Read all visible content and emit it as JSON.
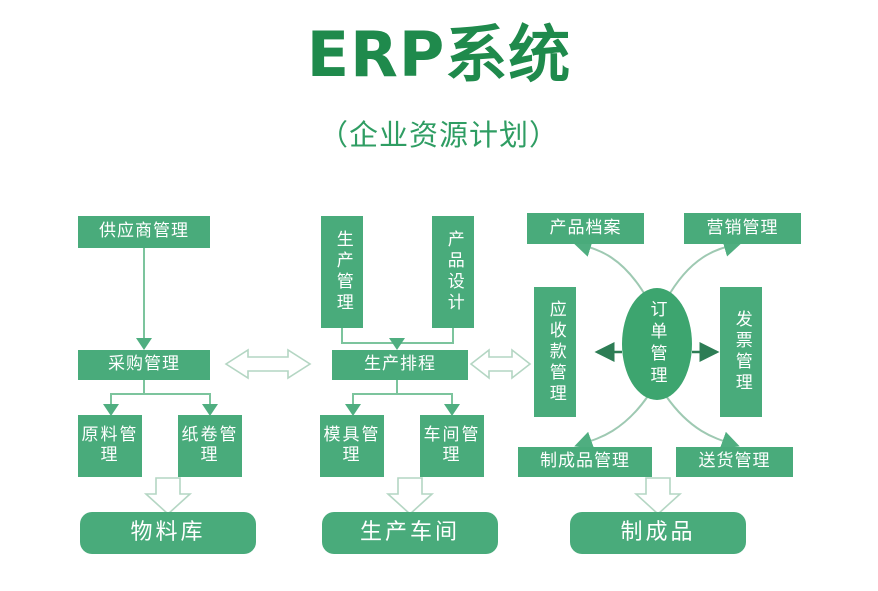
{
  "header": {
    "title": "ERP系统",
    "subtitle": "（企业资源计划）"
  },
  "colors": {
    "title_green": "#1f8a4c",
    "box_green": "#49ab7b",
    "ellipse_green": "#3da56f",
    "line_green": "#7cc49d",
    "text_white": "#ffffff",
    "background": "#ffffff"
  },
  "diagram": {
    "type": "flowchart",
    "columns": [
      {
        "name": "procurement-column",
        "nodes": [
          "供应商管理",
          "采购管理",
          "原料管理",
          "纸卷管理",
          "物料库"
        ]
      },
      {
        "name": "production-column",
        "nodes": [
          "生产管理",
          "产品设计",
          "生产排程",
          "模具管理",
          "车间管理",
          "生产车间"
        ]
      },
      {
        "name": "order-column",
        "nodes": [
          "产品档案",
          "营销管理",
          "应收款管理",
          "订单管理",
          "发票管理",
          "制成品管理",
          "送货管理",
          "制成品"
        ]
      }
    ],
    "nodes": {
      "supplier_mgmt": "供应商管理",
      "purchase_mgmt": "采购管理",
      "raw_material_mgmt": "原料管理",
      "paper_roll_mgmt": "纸卷管理",
      "material_warehouse": "物料库",
      "production_mgmt": "生产管理",
      "product_design": "产品设计",
      "production_schedule": "生产排程",
      "mold_mgmt": "模具管理",
      "workshop_mgmt": "车间管理",
      "production_workshop": "生产车间",
      "product_archive": "产品档案",
      "marketing_mgmt": "营销管理",
      "receivable_mgmt": "应收款管理",
      "order_mgmt": "订单管理",
      "invoice_mgmt": "发票管理",
      "finished_goods_mgmt": "制成品管理",
      "delivery_mgmt": "送货管理",
      "finished_goods": "制成品"
    },
    "connectors": [
      {
        "from": "供应商管理",
        "to": "采购管理",
        "style": "solid-arrow-down"
      },
      {
        "from": "采购管理",
        "to": "原料管理",
        "style": "solid-arrow-down"
      },
      {
        "from": "采购管理",
        "to": "纸卷管理",
        "style": "solid-arrow-down"
      },
      {
        "from": "原料管理/纸卷管理",
        "to": "物料库",
        "style": "hollow-block-arrow-down"
      },
      {
        "from": "生产管理",
        "to": "生产排程",
        "style": "solid-arrow-down"
      },
      {
        "from": "产品设计",
        "to": "生产排程",
        "style": "solid-arrow-down"
      },
      {
        "from": "生产排程",
        "to": "模具管理",
        "style": "solid-arrow-down"
      },
      {
        "from": "生产排程",
        "to": "车间管理",
        "style": "solid-arrow-down"
      },
      {
        "from": "模具管理/车间管理",
        "to": "生产车间",
        "style": "hollow-block-arrow-down"
      },
      {
        "from": "采购管理",
        "to": "生产排程",
        "style": "hollow-double-arrow-horizontal"
      },
      {
        "from": "生产排程",
        "to": "应收款管理",
        "style": "hollow-double-arrow-horizontal"
      },
      {
        "from": "订单管理",
        "to": "应收款管理",
        "style": "solid-double-arrow-left"
      },
      {
        "from": "订单管理",
        "to": "发票管理",
        "style": "solid-double-arrow-right"
      },
      {
        "from": "订单管理",
        "to": "产品档案",
        "style": "curved-arrow-up-left"
      },
      {
        "from": "订单管理",
        "to": "营销管理",
        "style": "curved-arrow-up-right"
      },
      {
        "from": "订单管理",
        "to": "制成品管理",
        "style": "curved-arrow-down-left"
      },
      {
        "from": "订单管理",
        "to": "送货管理",
        "style": "curved-arrow-down-right"
      },
      {
        "from": "制成品管理/送货管理",
        "to": "制成品",
        "style": "hollow-block-arrow-down"
      }
    ]
  }
}
